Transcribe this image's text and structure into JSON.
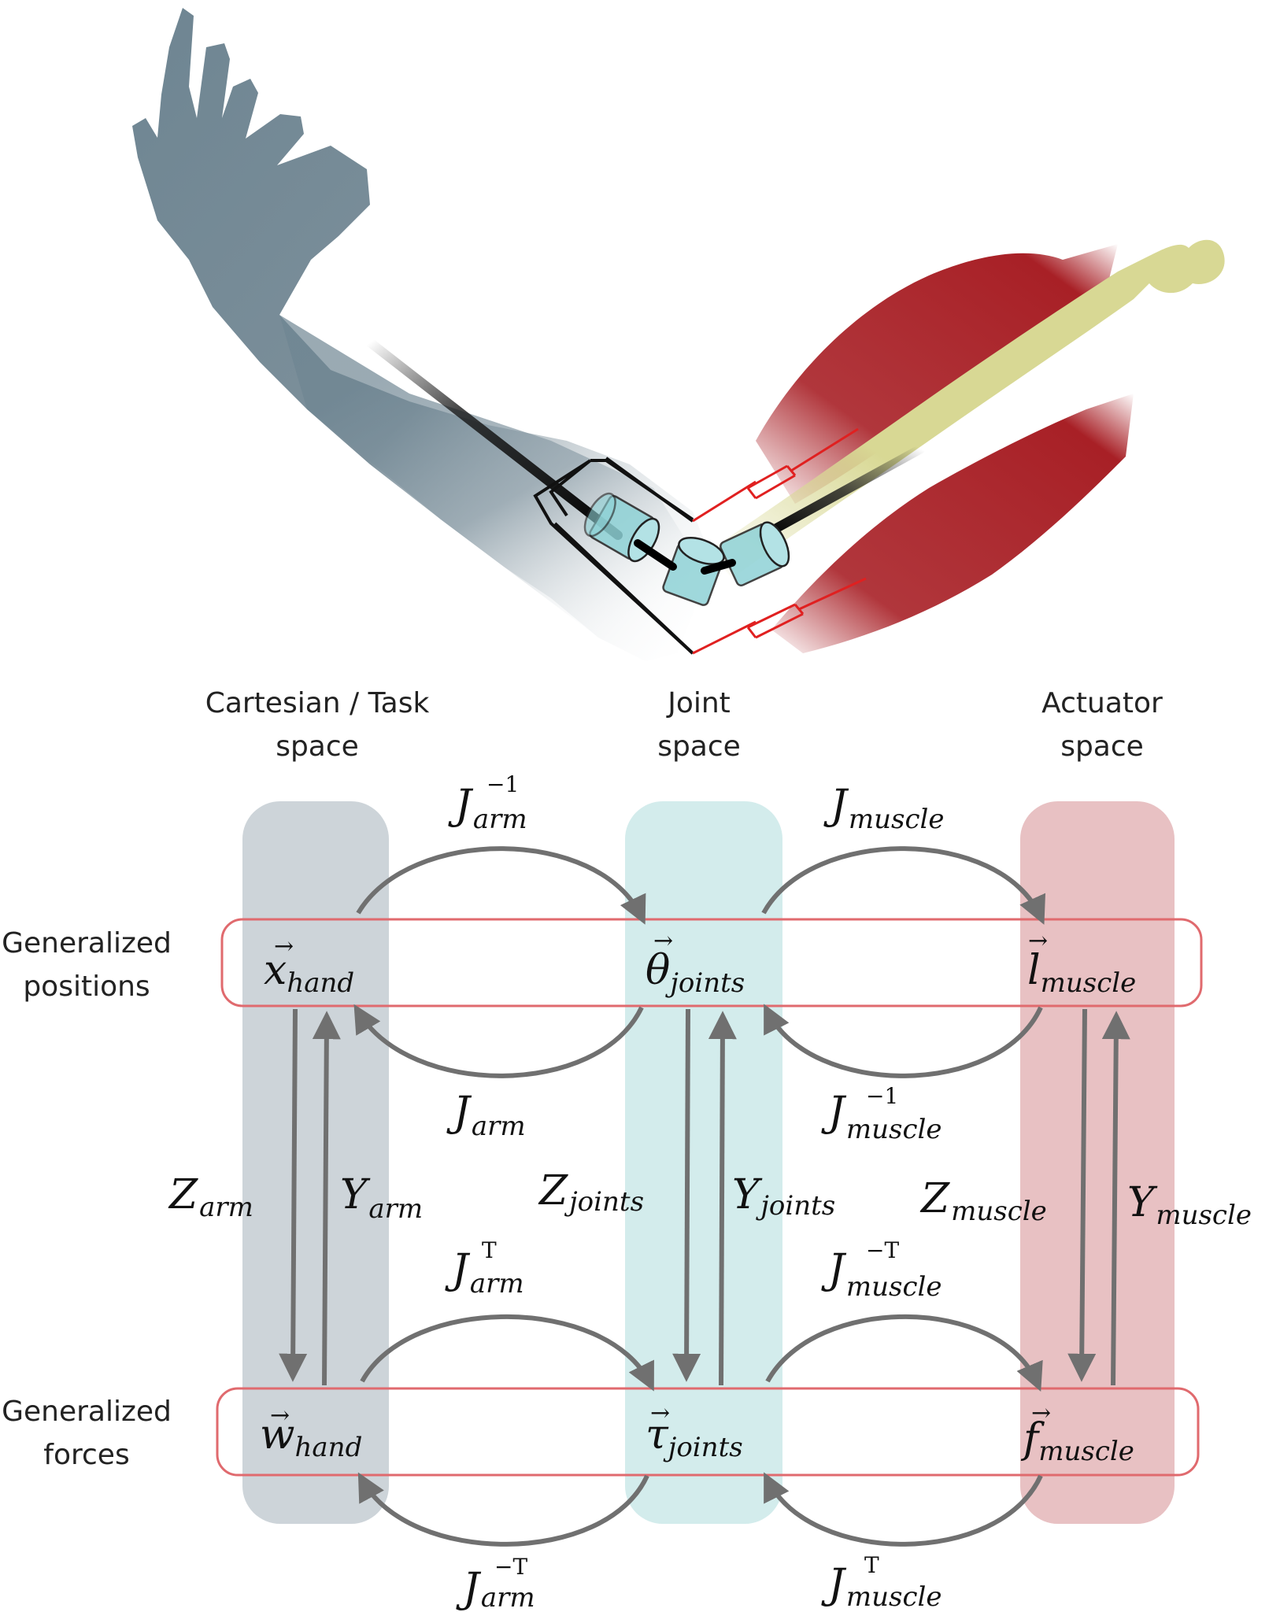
{
  "colors": {
    "task_column": "#cdd4d9",
    "joint_column": "#d3ecec",
    "actuator_column": "#e8c1c3",
    "row_box_stroke": "#e06a6e",
    "arrow": "#707070",
    "skin": "#6e8592",
    "muscle": "#a82026",
    "bone": "#d8d894",
    "joint_cylinder": "#8fd2d6",
    "tendon": "#e02020"
  },
  "columns": {
    "task": {
      "line1": "Cartesian / Task",
      "line2": "space"
    },
    "joint": {
      "line1": "Joint",
      "line2": "space"
    },
    "actuator": {
      "line1": "Actuator",
      "line2": "space"
    }
  },
  "rows": {
    "positions": {
      "line1": "Generalized",
      "line2": "positions"
    },
    "forces": {
      "line1": "Generalized",
      "line2": "forces"
    }
  },
  "nodes": {
    "x_hand": {
      "symbol": "x",
      "sub": "hand"
    },
    "theta_joints": {
      "symbol": "θ",
      "sub": "joints"
    },
    "l_muscle": {
      "symbol": "l",
      "sub": "muscle"
    },
    "w_hand": {
      "symbol": "w",
      "sub": "hand"
    },
    "tau_joints": {
      "symbol": "τ",
      "sub": "joints"
    },
    "f_muscle": {
      "symbol": "f",
      "sub": "muscle"
    },
    "vec_mark": "→"
  },
  "maps": {
    "j_arm_inv": {
      "base": "J",
      "sub": "arm",
      "sup": "−1"
    },
    "j_muscle": {
      "base": "J",
      "sub": "muscle"
    },
    "j_arm": {
      "base": "J",
      "sub": "arm"
    },
    "j_muscle_inv": {
      "base": "J",
      "sub": "muscle",
      "sup": "−1"
    },
    "z_arm": {
      "base": "Z",
      "sub": "arm"
    },
    "y_arm": {
      "base": "Y",
      "sub": "arm"
    },
    "z_joints": {
      "base": "Z",
      "sub": "joints"
    },
    "y_joints": {
      "base": "Y",
      "sub": "joints"
    },
    "z_muscle": {
      "base": "Z",
      "sub": "muscle"
    },
    "y_muscle": {
      "base": "Y",
      "sub": "muscle"
    },
    "j_arm_t": {
      "base": "J",
      "sub": "arm",
      "sup": "T"
    },
    "j_muscle_inv_t": {
      "base": "J",
      "sub": "muscle",
      "sup": "−T"
    },
    "j_arm_inv_t": {
      "base": "J",
      "sub": "arm",
      "sup": "−T"
    },
    "j_muscle_t": {
      "base": "J",
      "sub": "muscle",
      "sup": "T"
    }
  }
}
